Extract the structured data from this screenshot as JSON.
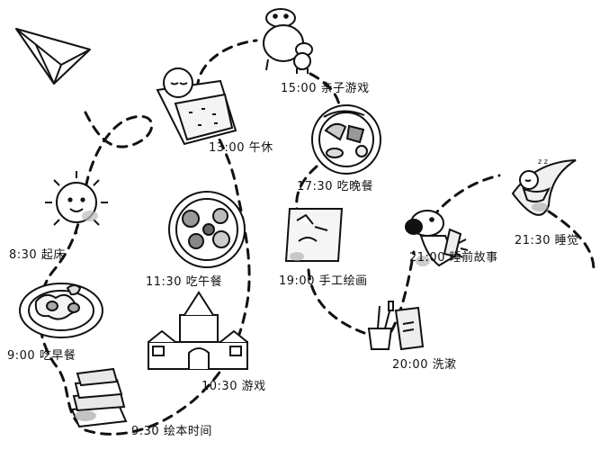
{
  "schedule": [
    {
      "id": "wake",
      "time": "8:30",
      "activity": "起床",
      "icon": "sun-icon"
    },
    {
      "id": "breakfast",
      "time": "9:00",
      "activity": "吃早餐",
      "icon": "fried-egg-plate-icon"
    },
    {
      "id": "reading",
      "time": "9:30",
      "activity": "绘本时间",
      "icon": "book-stack-icon"
    },
    {
      "id": "play",
      "time": "10:30",
      "activity": "游戏",
      "icon": "block-castle-icon"
    },
    {
      "id": "lunch",
      "time": "11:30",
      "activity": "吃午餐",
      "icon": "food-bowl-icon"
    },
    {
      "id": "nap",
      "time": "13:00",
      "activity": "午休",
      "icon": "sleeping-child-in-bed-icon"
    },
    {
      "id": "family",
      "time": "15:00",
      "activity": "亲子游戏",
      "icon": "pig-family-icon"
    },
    {
      "id": "dinner",
      "time": "17:30",
      "activity": "吃晚餐",
      "icon": "dinner-plate-icon"
    },
    {
      "id": "craft",
      "time": "19:00",
      "activity": "手工绘画",
      "icon": "drawing-paper-icon"
    },
    {
      "id": "wash",
      "time": "20:00",
      "activity": "洗漱",
      "icon": "toothbrush-cup-icon"
    },
    {
      "id": "story",
      "time": "21:00",
      "activity": "睡前故事",
      "icon": "snoopy-reading-icon"
    },
    {
      "id": "sleep",
      "time": "21:30",
      "activity": "睡觉",
      "icon": "baby-on-moon-icon"
    }
  ],
  "decorations": {
    "start_icon": "paper-plane-icon"
  }
}
